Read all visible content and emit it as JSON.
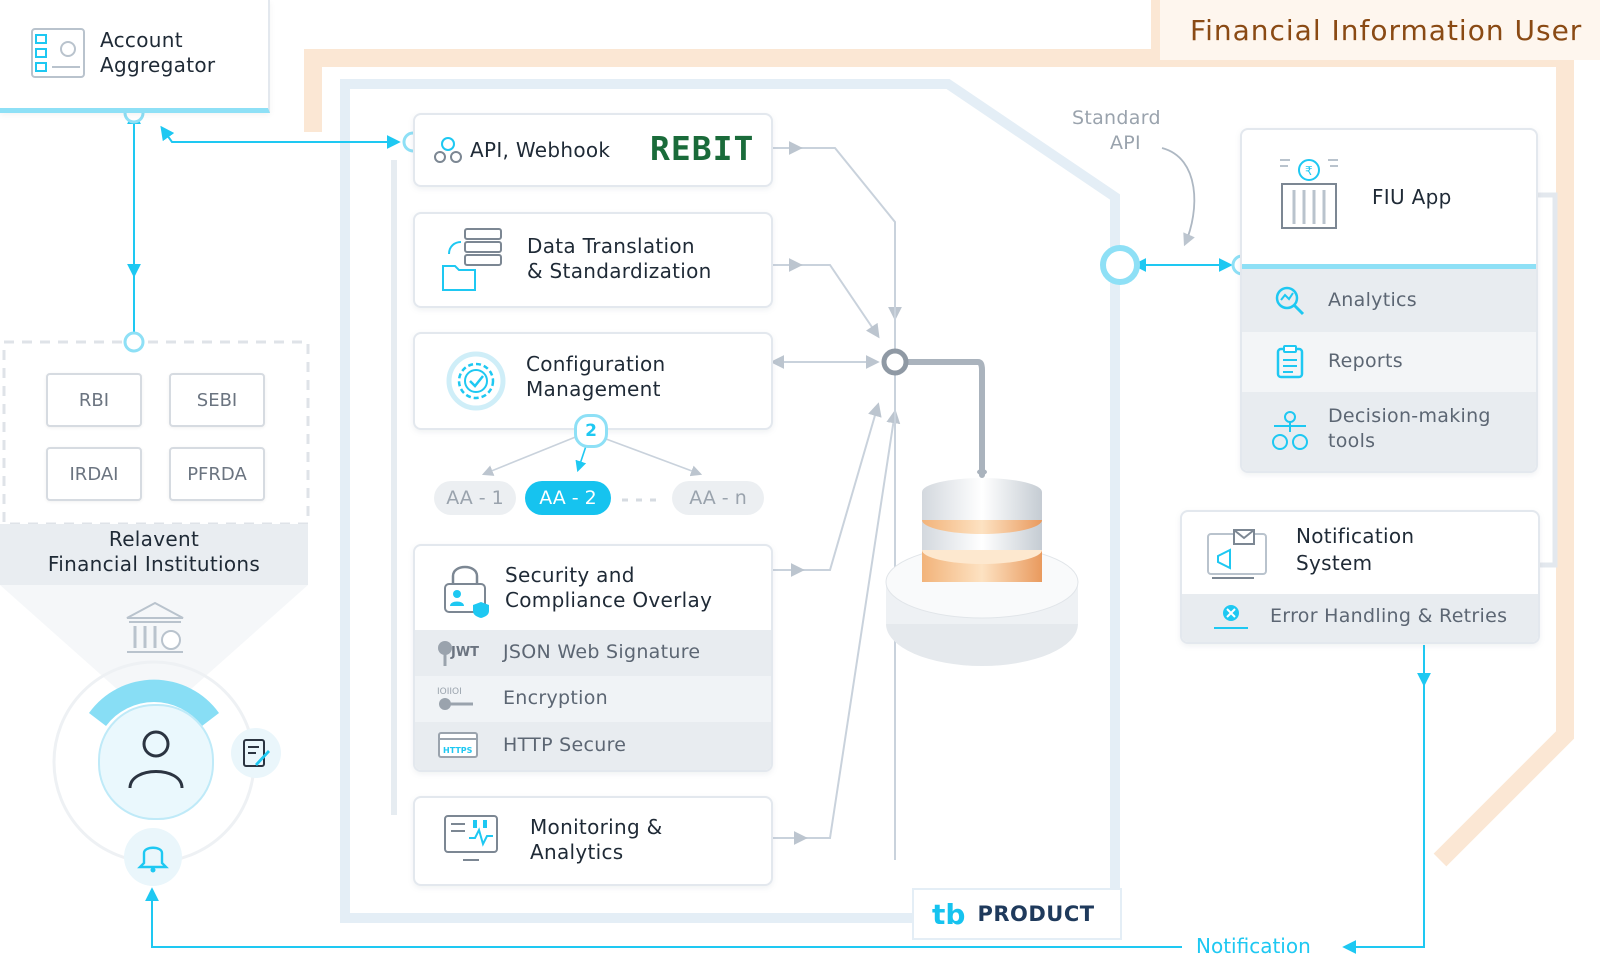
{
  "fiu_title": "Financial Information User",
  "account_aggregator": {
    "line1": "Account",
    "line2": "Aggregator"
  },
  "regulators": [
    "RBI",
    "SEBI",
    "IRDAI",
    "PFRDA"
  ],
  "institutions": {
    "line1": "Relavent",
    "line2": "Financial Institutions"
  },
  "modules": {
    "api": "API, Webhook",
    "rebit_logo": "REBIT",
    "data_translation": {
      "line1": "Data Translation",
      "line2": "& Standardization"
    },
    "config": {
      "line1": "Configuration",
      "line2": "Management"
    },
    "config_badge": "2",
    "aa_nodes": [
      "AA - 1",
      "AA - 2",
      "AA - n"
    ],
    "security": {
      "line1": "Security and",
      "line2": "Compliance Overlay"
    },
    "security_items": [
      "JSON Web Signature",
      "Encryption",
      "HTTP Secure"
    ],
    "jwt_tag": "JWT",
    "https_tag": "HTTPS",
    "monitoring": {
      "line1": "Monitoring &",
      "line2": "Analytics"
    }
  },
  "standard_api": {
    "line1": "Standard",
    "line2": "API"
  },
  "fiu_app": {
    "title": "FIU App",
    "items": [
      {
        "label": "Analytics"
      },
      {
        "label": "Reports"
      },
      {
        "label_line1": "Decision-making",
        "label_line2": "tools"
      }
    ]
  },
  "notification_system": {
    "line1": "Notification",
    "line2": "System",
    "error": "Error Handling & Retries"
  },
  "product": {
    "logo": "tb",
    "label": "PRODUCT"
  },
  "notification_label": "Notification",
  "colors": {
    "accent": "#1ec8f2",
    "line": "#c9d2dc",
    "fiu_title": "#8a4a14",
    "fiu_border": "#fbe7d4"
  }
}
